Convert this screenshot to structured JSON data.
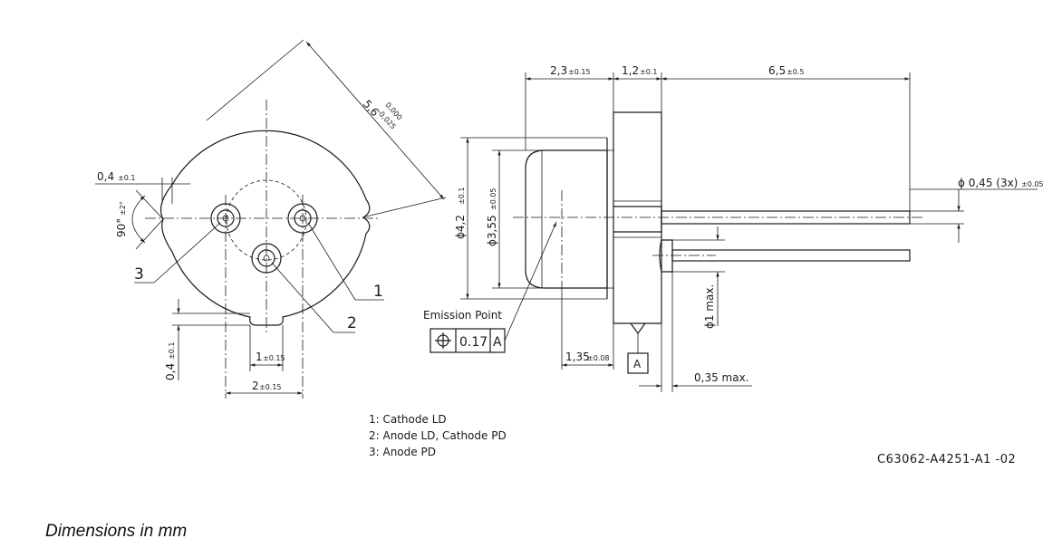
{
  "dimensions": {
    "diameter_5_6": "5,6",
    "diameter_5_6_tol_upper": "0,000",
    "diameter_5_6_tol_lower": "-0,025",
    "offset_0_4_top": "0,4",
    "offset_0_4_top_tol": "±0.1",
    "angle_90": "90°",
    "angle_90_tol": "±2°",
    "offset_0_4_side": "0,4",
    "offset_0_4_side_tol": "±0.1",
    "notch_1": "1",
    "notch_1_tol": "±0.15",
    "notch_2": "2",
    "notch_2_tol": "±0.15",
    "len_2_3": "2,3",
    "len_2_3_tol": "±0.15",
    "len_1_2": "1,2",
    "len_1_2_tol": "±0.1",
    "len_6_5": "6,5",
    "len_6_5_tol": "±0.5",
    "dia_4_2": "ϕ4,2",
    "dia_4_2_tol": "±0.1",
    "dia_3_55": "ϕ3,55",
    "dia_3_55_tol": "±0.05",
    "pin_dia": "ϕ 0,45 (3x)",
    "pin_dia_tol": "±0.05",
    "len_1_35": "1,35",
    "len_1_35_tol": "±0.08",
    "dia_1_max": "ϕ1 max.",
    "len_0_35_max": "0,35 max."
  },
  "pin_labels": {
    "pin1": "1",
    "pin2": "2",
    "pin3": "3"
  },
  "emission": {
    "title": "Emission Point",
    "tolerance_value": "0.17",
    "datum": "A",
    "datum_ref": "A"
  },
  "legend": {
    "line1": "1: Cathode LD",
    "line2": "2: Anode LD, Cathode PD",
    "line3": "3: Anode PD"
  },
  "drawing_id": "C63062-A4251-A1 -02",
  "footer_note": "Dimensions in mm"
}
